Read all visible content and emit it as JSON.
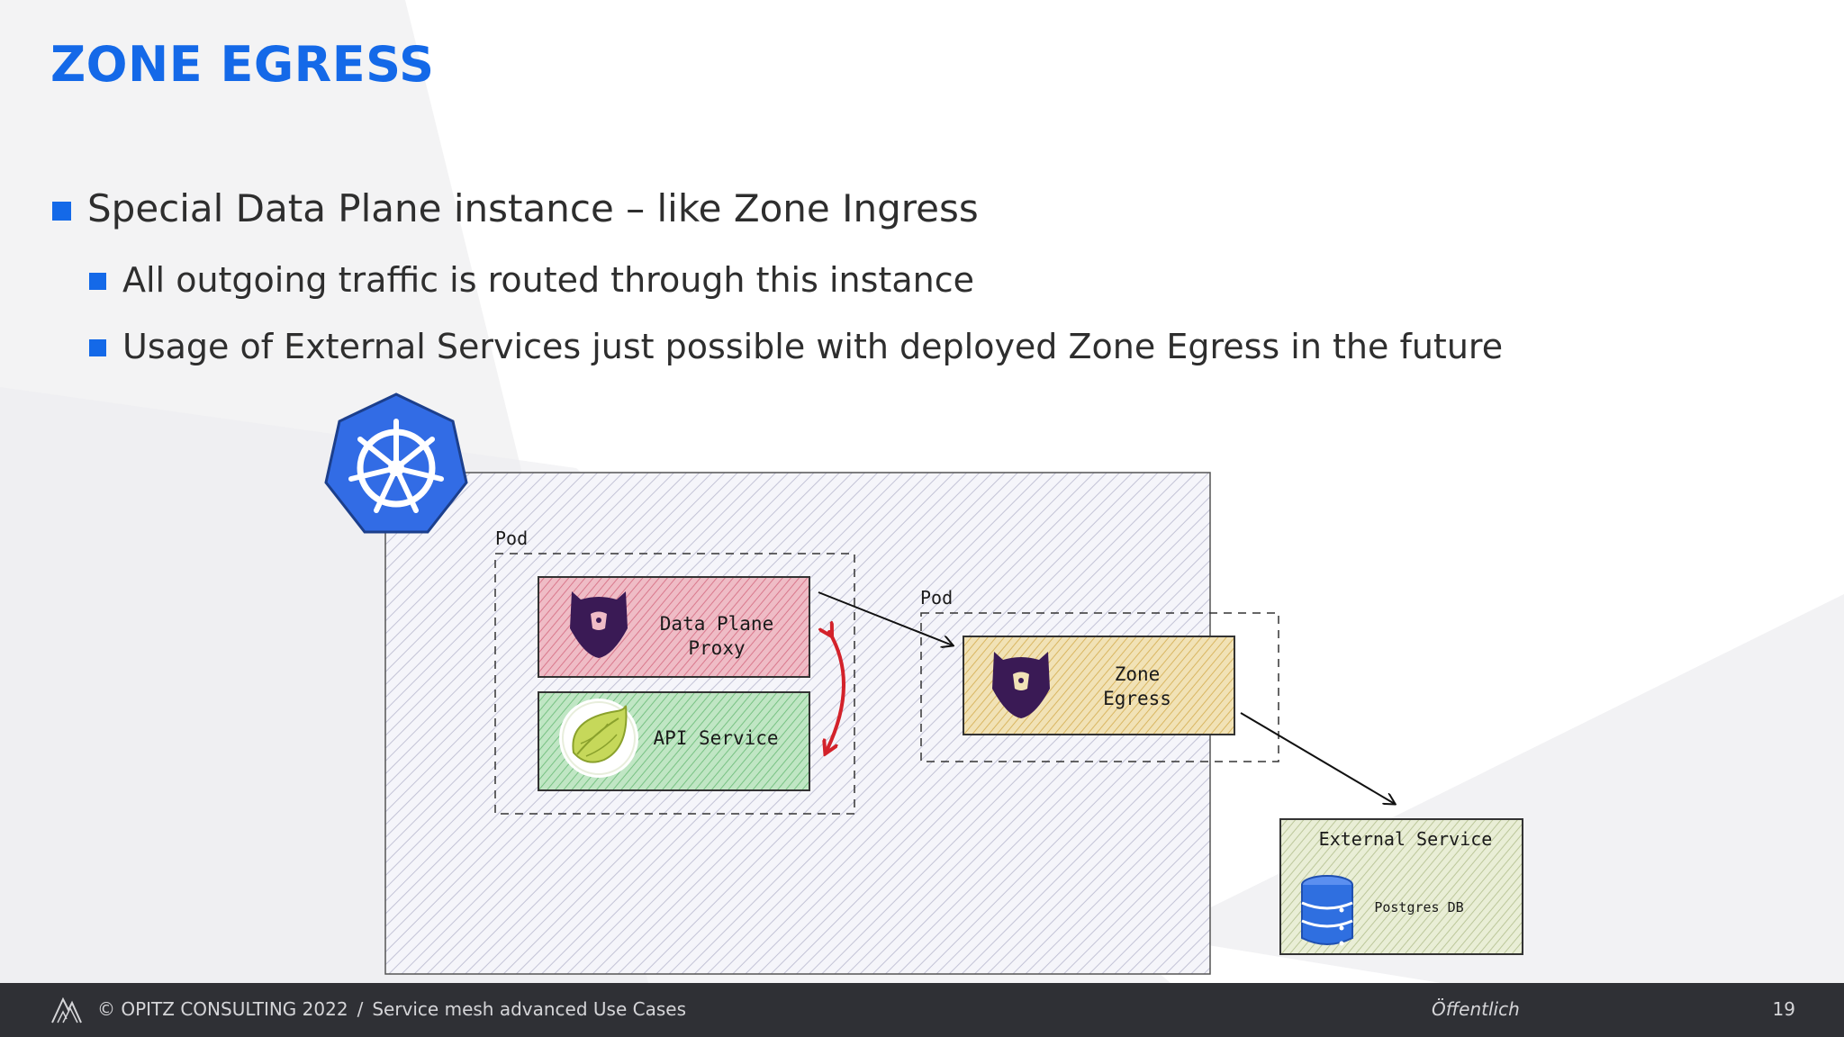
{
  "slide": {
    "title": "ZONE EGRESS",
    "bullets": [
      {
        "level": 1,
        "text": "Special Data Plane instance – like Zone Ingress"
      },
      {
        "level": 2,
        "text": "All outgoing traffic is routed through this instance"
      },
      {
        "level": 2,
        "text": "Usage of External Services just possible with deployed Zone Egress in the future"
      }
    ]
  },
  "diagram": {
    "pod_a_label": "Pod",
    "pod_b_label": "Pod",
    "data_plane_proxy": [
      "Data Plane",
      "Proxy"
    ],
    "api_service": "API Service",
    "zone_egress": [
      "Zone",
      "Egress"
    ],
    "external_service": "External Service",
    "postgres_db": "Postgres DB",
    "icons": [
      "kubernetes-icon",
      "kuma-bear-icon",
      "spring-leaf-icon",
      "database-icon"
    ],
    "colors": {
      "accent": "#1469e8",
      "proxy_box": "#e49aaa",
      "api_box": "#9fd6a5",
      "egress_box": "#e7cd8a",
      "external_box": "#d9e1b8",
      "cluster_box": "#c9c9dd",
      "sync_arrow": "#d3222a",
      "bear": "#3a1a55"
    }
  },
  "footer": {
    "copyright": "© OPITZ CONSULTING 2022",
    "separator": "/",
    "subtitle": "Service mesh advanced Use Cases",
    "classification": "Öffentlich",
    "page_number": "19"
  }
}
